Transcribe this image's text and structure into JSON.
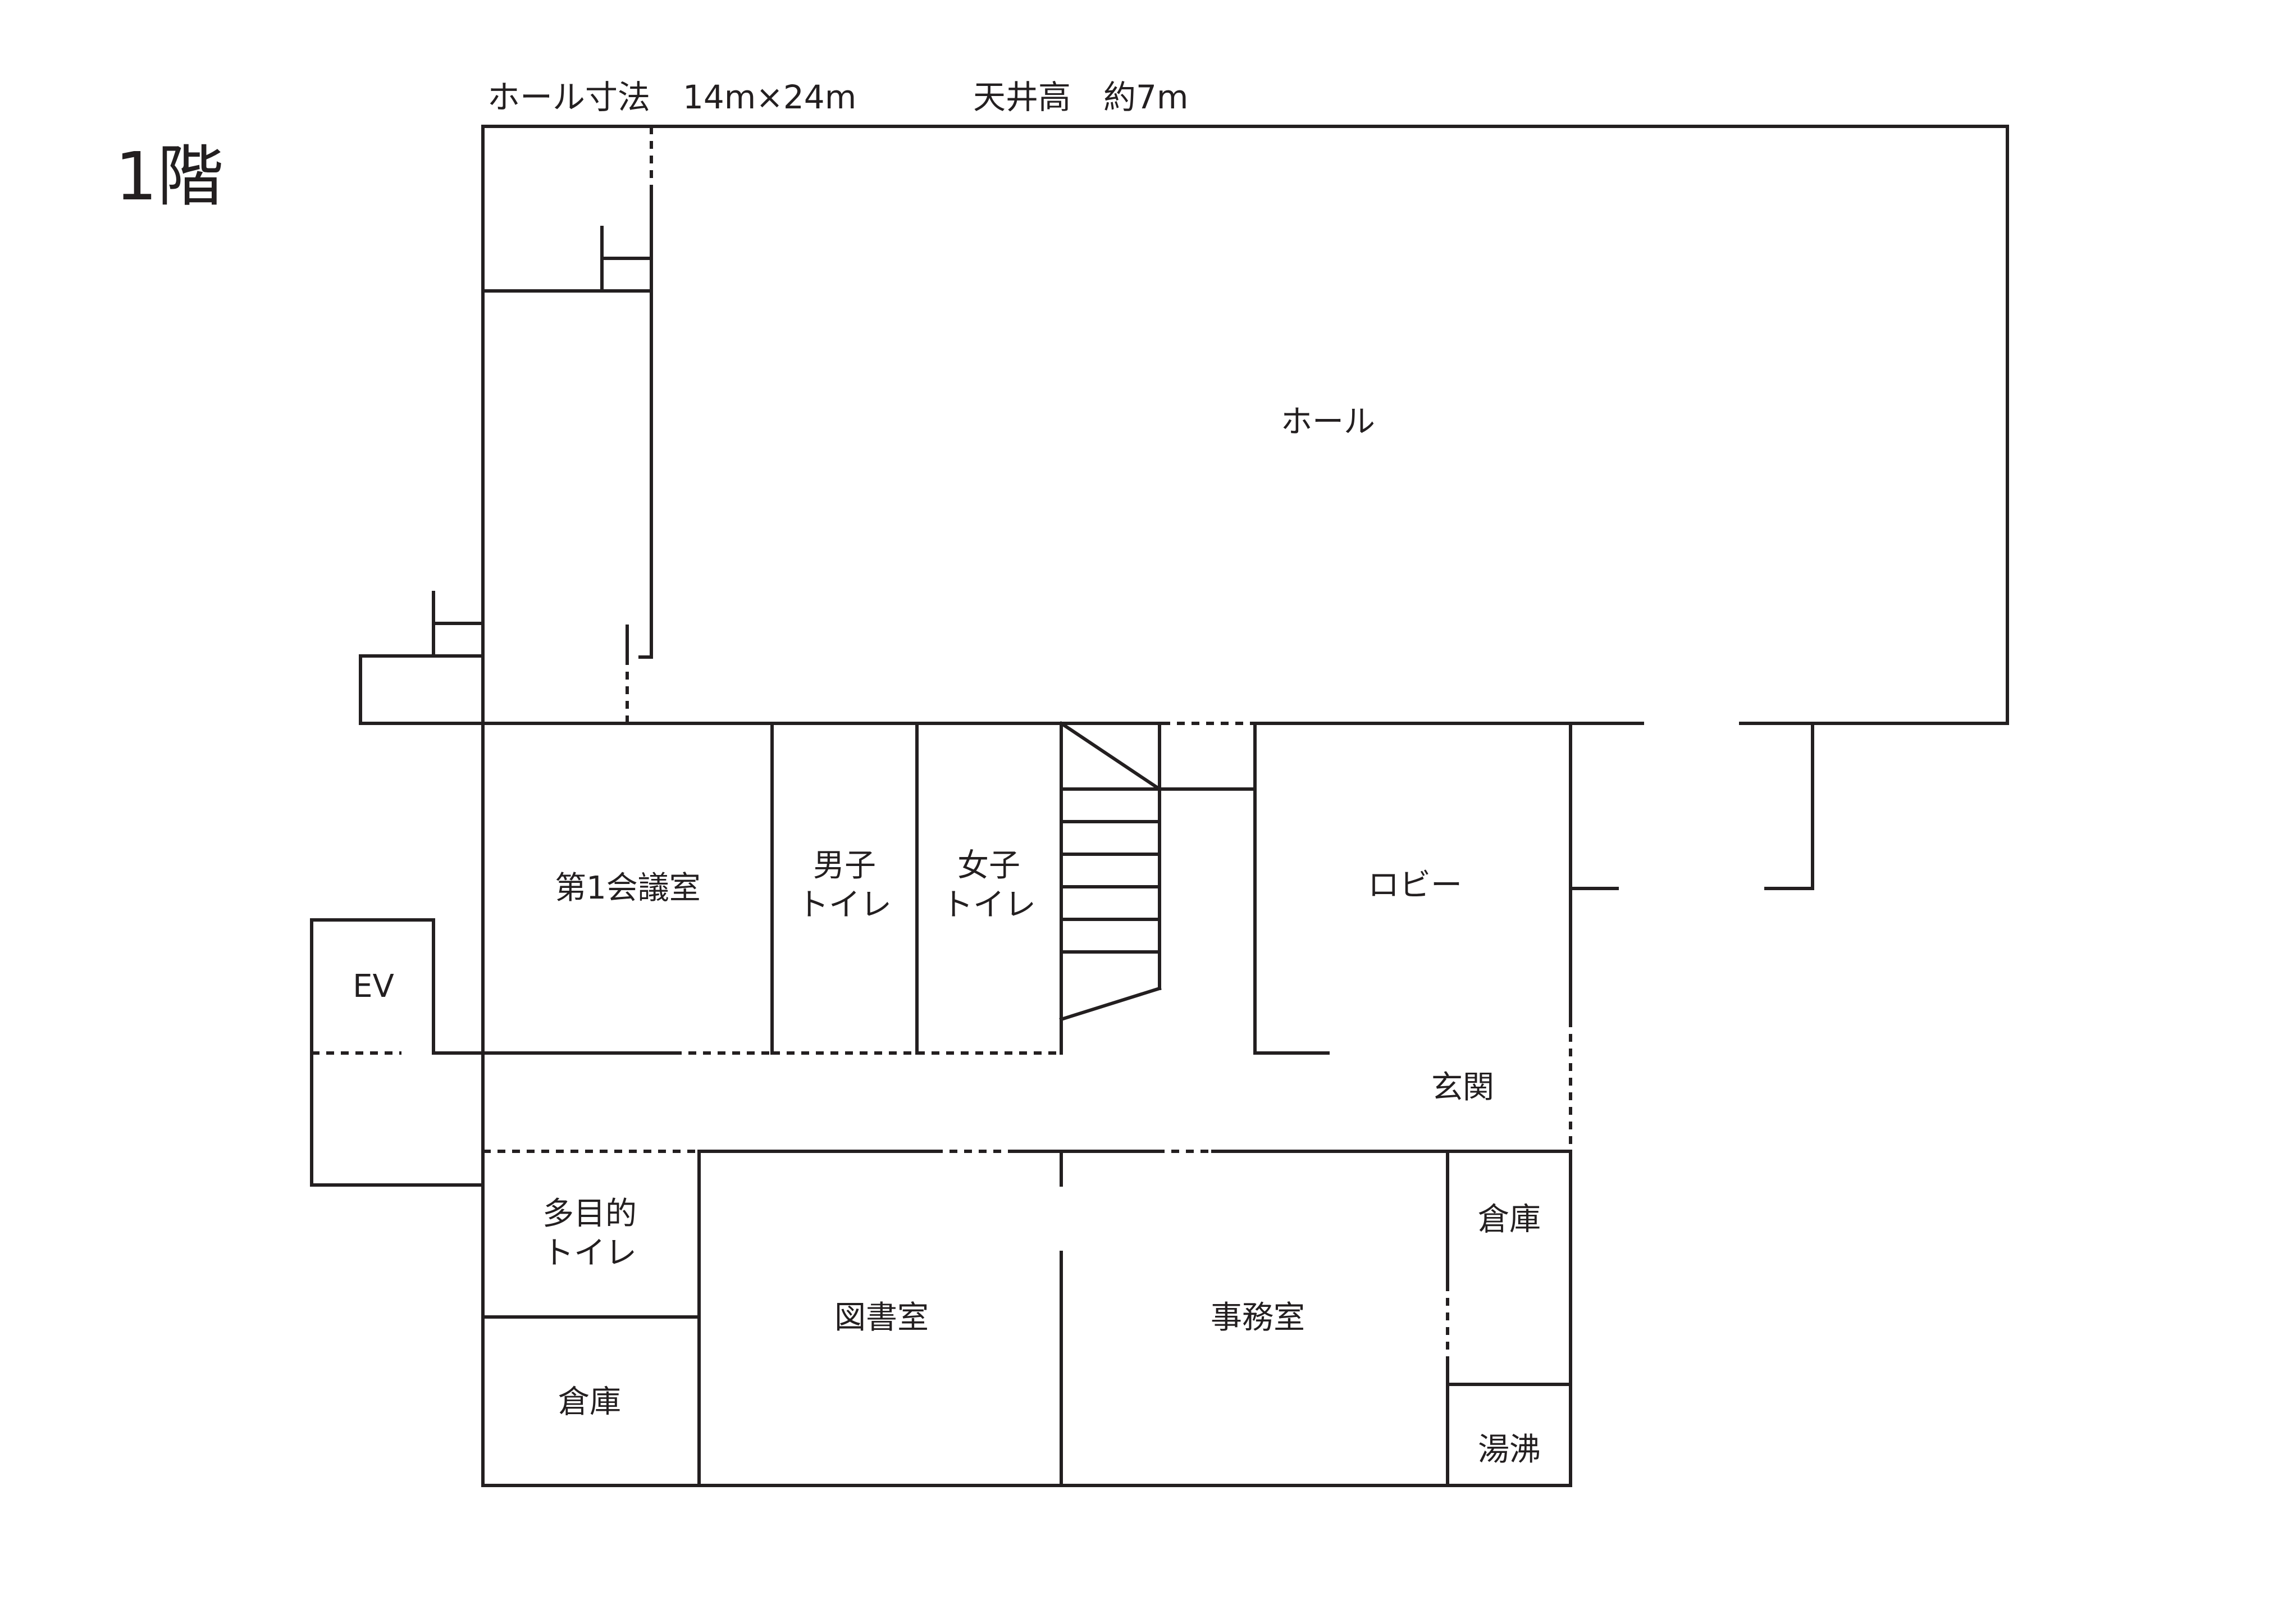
{
  "floor_label": "1階",
  "hall_dimensions": "ホール寸法　14m×24m",
  "ceiling_height": "天井高　約7m",
  "rooms": {
    "hall": "ホール",
    "meeting_room_1": "第1会議室",
    "mens_toilet": [
      "男子",
      "トイレ"
    ],
    "womens_toilet": [
      "女子",
      "トイレ"
    ],
    "lobby": "ロビー",
    "ev": "EV",
    "entrance": "玄関",
    "multipurpose_toilet": [
      "多目的",
      "トイレ"
    ],
    "storage_left": "倉庫",
    "library": "図書室",
    "office": "事務室",
    "storage_right": "倉庫",
    "kitchenette": "湯沸"
  },
  "colors": {
    "line": "#231f20",
    "background": "#ffffff"
  }
}
